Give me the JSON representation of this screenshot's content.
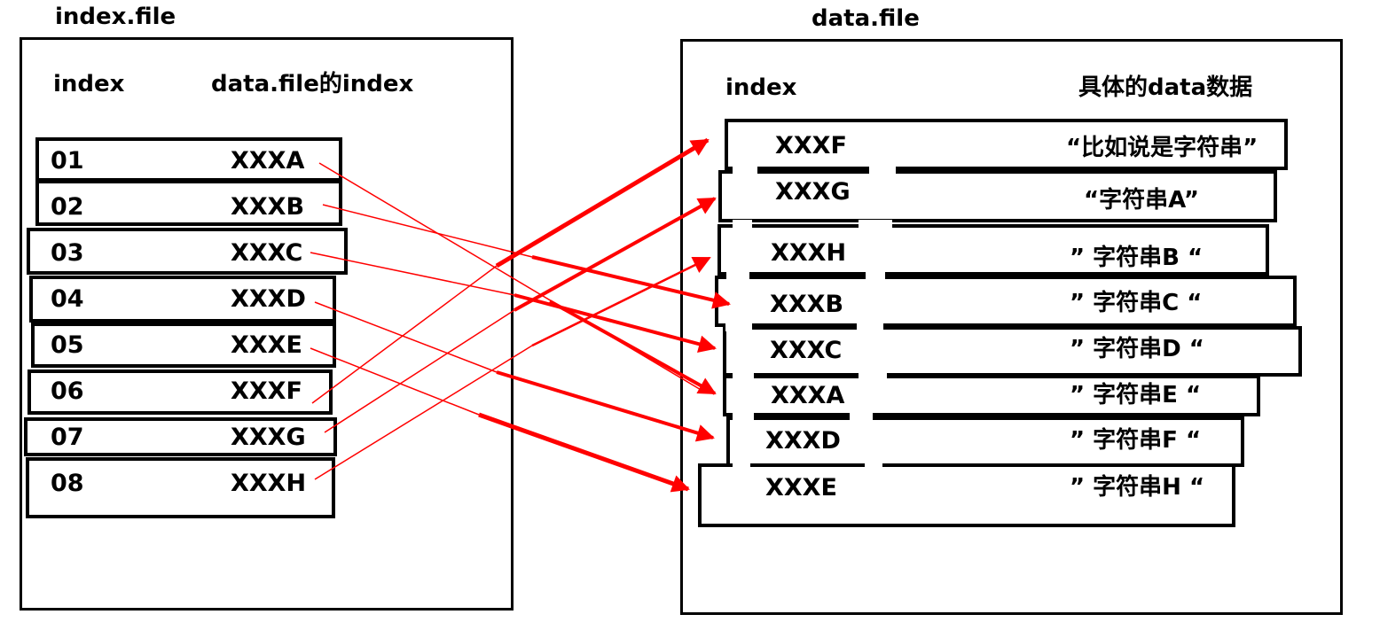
{
  "index_file": {
    "title": "index.file",
    "col_index": "index",
    "col_ref": "data.file的index",
    "rows": [
      {
        "index": "01",
        "ref": "XXXA"
      },
      {
        "index": "02",
        "ref": "XXXB"
      },
      {
        "index": "03",
        "ref": "XXXC"
      },
      {
        "index": "04",
        "ref": "XXXD"
      },
      {
        "index": "05",
        "ref": "XXXE"
      },
      {
        "index": "06",
        "ref": "XXXF"
      },
      {
        "index": "07",
        "ref": "XXXG"
      },
      {
        "index": "08",
        "ref": "XXXH"
      }
    ]
  },
  "data_file": {
    "title": "data.file",
    "col_index": "index",
    "col_data": "具体的data数据",
    "rows": [
      {
        "index": "XXXF",
        "data": "“比如说是字符串”"
      },
      {
        "index": "XXXG",
        "data": "“字符串A”"
      },
      {
        "index": "XXXH",
        "data": "” 字符串B “"
      },
      {
        "index": "XXXB",
        "data": "” 字符串C “"
      },
      {
        "index": "XXXC",
        "data": "” 字符串D “"
      },
      {
        "index": "XXXA",
        "data": "” 字符串E “"
      },
      {
        "index": "XXXD",
        "data": "” 字符串F “"
      },
      {
        "index": "XXXE",
        "data": "” 字符串H “"
      }
    ]
  },
  "colors": {
    "arrow": "#ff0000",
    "border": "#000000"
  }
}
